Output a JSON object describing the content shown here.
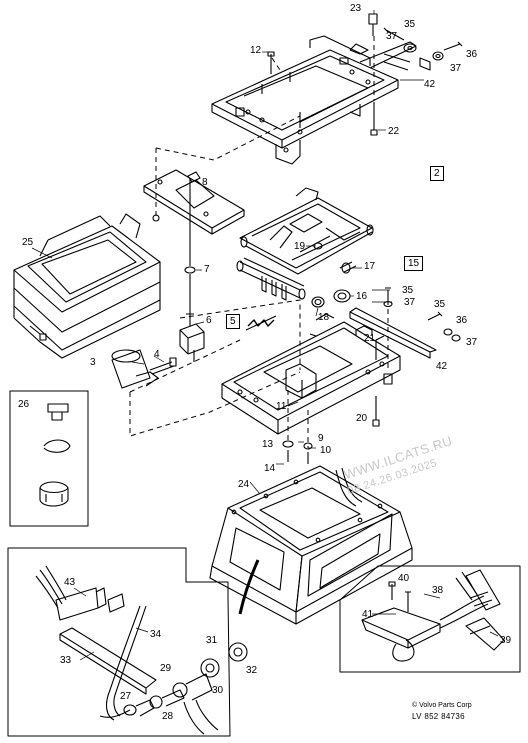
{
  "diagram": {
    "callouts": {
      "c23": "23",
      "c35a": "35",
      "c37a": "37",
      "c36a": "36",
      "c37b": "37",
      "c12": "12",
      "c42a": "42",
      "c22": "22",
      "c8": "8",
      "c2": "2",
      "c25": "25",
      "c19": "19",
      "c17": "17",
      "c15": "15",
      "c35b": "35",
      "c37c": "37",
      "c16": "16",
      "c7": "7",
      "c6": "6",
      "c5": "5",
      "c18": "18",
      "c35c": "35",
      "c36b": "36",
      "c37d": "37",
      "c21": "21",
      "c42b": "42",
      "c3": "3",
      "c4": "4",
      "c11": "11",
      "c26": "26",
      "c20": "20",
      "c9": "9",
      "c13": "13",
      "c10": "10",
      "c14": "14",
      "c24": "24",
      "c43": "43",
      "c34": "34",
      "c33": "33",
      "c31": "31",
      "c29": "29",
      "c32": "32",
      "c30": "30",
      "c27": "27",
      "c28": "28",
      "c40": "40",
      "c38": "38",
      "c41": "41",
      "c39": "39"
    },
    "watermark": "WWW.ILCATS.RU",
    "watermark_date": "08.24.26.03.2025",
    "copyright": "© Volvo Parts Corp",
    "code": "LV 852 84736"
  }
}
